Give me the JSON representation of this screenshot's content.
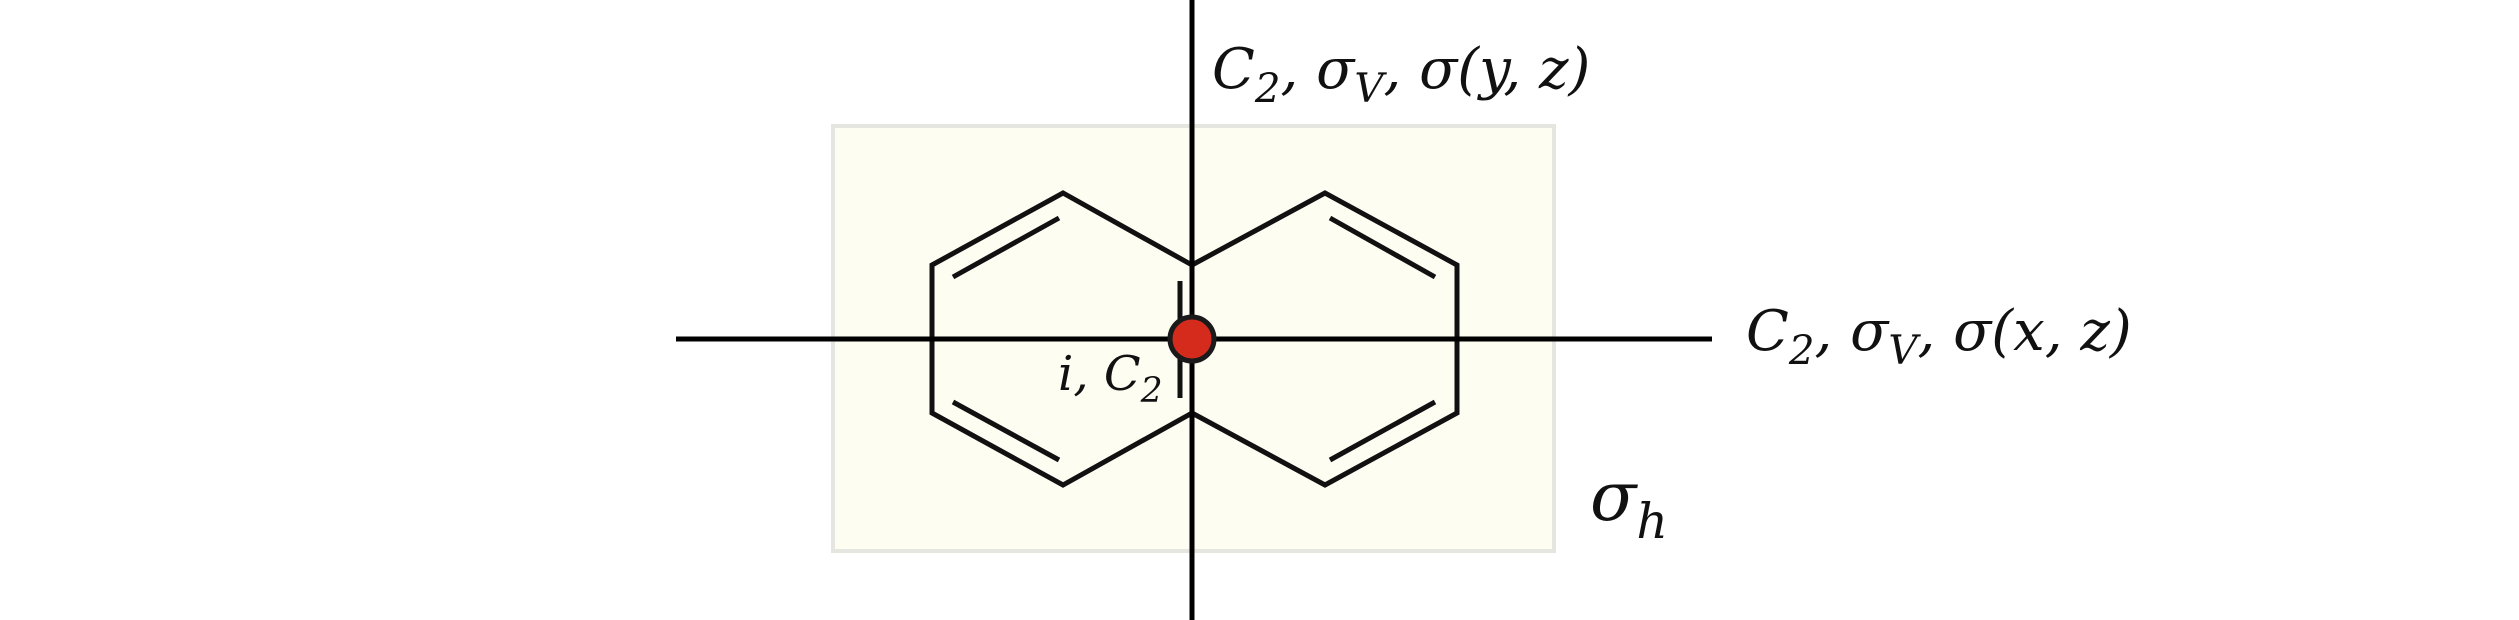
{
  "diagram": {
    "vertical_axis_label": {
      "parts": [
        "C",
        "2",
        ", σ",
        "V",
        ", σ(y, z)"
      ]
    },
    "horizontal_axis_label": {
      "parts": [
        "C",
        "2",
        ", σ",
        "V",
        ", σ(x, z)"
      ]
    },
    "center_label": {
      "parts": [
        "i, C",
        "2"
      ]
    },
    "plane_label": {
      "parts": [
        "σ",
        "h"
      ]
    },
    "colors": {
      "plane_fill": "#fdfdf2",
      "plane_border": "#e6e6e0",
      "bonds": "#111111",
      "axes": "#000000",
      "center_atom": "#d42b1c"
    },
    "icons": {
      "molecule": "naphthalene-structure-icon",
      "inversion_center": "red-dot-icon"
    }
  }
}
